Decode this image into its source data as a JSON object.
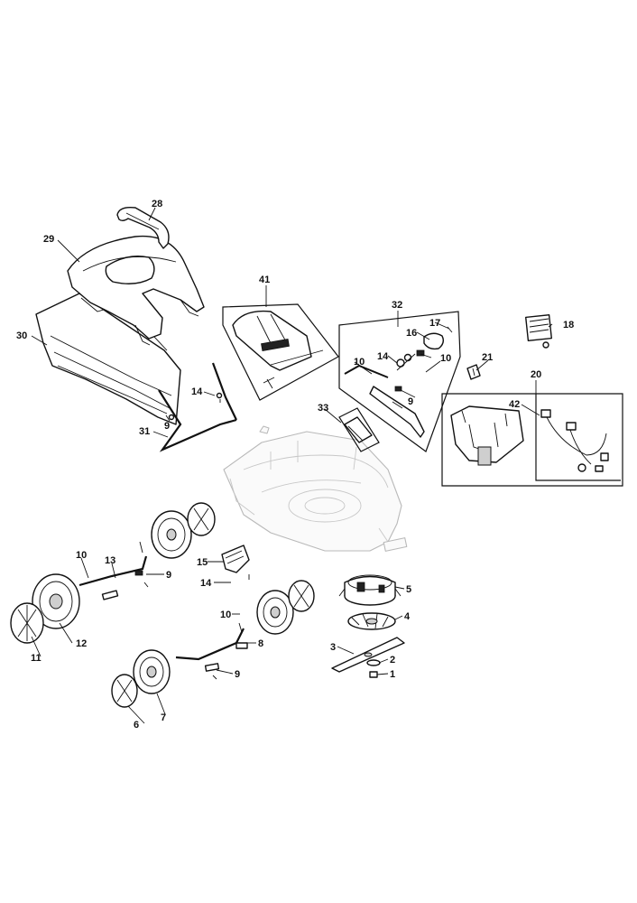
{
  "callouts": [
    {
      "id": "c1",
      "text": "1"
    },
    {
      "id": "c2",
      "text": "2"
    },
    {
      "id": "c3",
      "text": "3"
    },
    {
      "id": "c4",
      "text": "4"
    },
    {
      "id": "c5",
      "text": "5"
    },
    {
      "id": "c6",
      "text": "6"
    },
    {
      "id": "c7",
      "text": "7"
    },
    {
      "id": "c8",
      "text": "8"
    },
    {
      "id": "c9a",
      "text": "9"
    },
    {
      "id": "c9b",
      "text": "9"
    },
    {
      "id": "c9c",
      "text": "9"
    },
    {
      "id": "c9d",
      "text": "9"
    },
    {
      "id": "c10a",
      "text": "10"
    },
    {
      "id": "c10b",
      "text": "10"
    },
    {
      "id": "c10c",
      "text": "10"
    },
    {
      "id": "c10d",
      "text": "10"
    },
    {
      "id": "c11",
      "text": "11"
    },
    {
      "id": "c12",
      "text": "12"
    },
    {
      "id": "c13",
      "text": "13"
    },
    {
      "id": "c14a",
      "text": "14"
    },
    {
      "id": "c14b",
      "text": "14"
    },
    {
      "id": "c14c",
      "text": "14"
    },
    {
      "id": "c15",
      "text": "15"
    },
    {
      "id": "c16",
      "text": "16"
    },
    {
      "id": "c17",
      "text": "17"
    },
    {
      "id": "c18",
      "text": "18"
    },
    {
      "id": "c20",
      "text": "20"
    },
    {
      "id": "c21",
      "text": "21"
    },
    {
      "id": "c28",
      "text": "28"
    },
    {
      "id": "c29",
      "text": "29"
    },
    {
      "id": "c30",
      "text": "30"
    },
    {
      "id": "c31",
      "text": "31"
    },
    {
      "id": "c32",
      "text": "32"
    },
    {
      "id": "c33",
      "text": "33"
    },
    {
      "id": "c41",
      "text": "41"
    },
    {
      "id": "c42",
      "text": "42"
    }
  ]
}
